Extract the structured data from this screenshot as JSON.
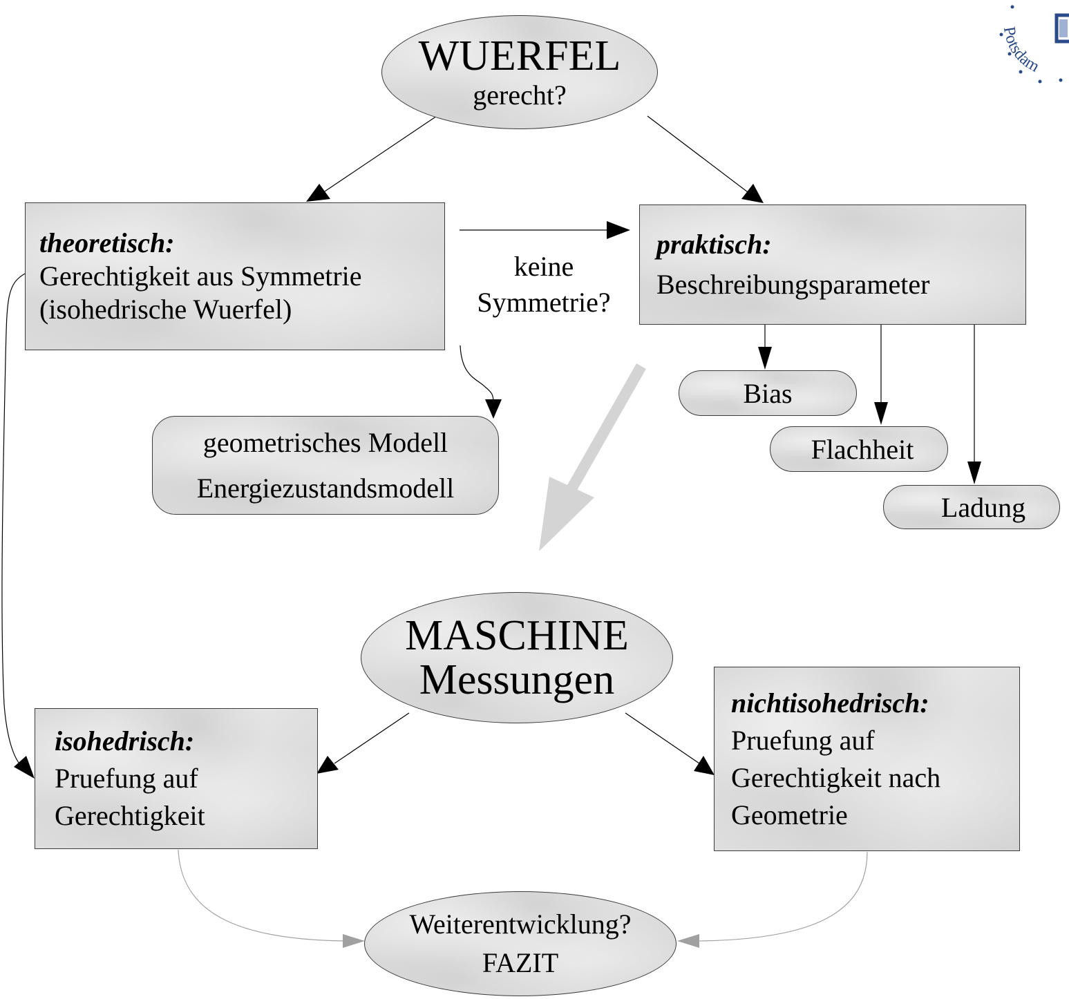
{
  "nodes": {
    "wuerfel": {
      "title": "WUERFEL",
      "sub": "gerecht?"
    },
    "theoretisch": {
      "head": "theoretisch:",
      "line1": "Gerechtigkeit aus Symmetrie",
      "line2": "(isohedrische Wuerfel)"
    },
    "praktisch": {
      "head": "praktisch:",
      "line1": "Beschreibungsparameter"
    },
    "modell": {
      "line1": "geometrisches Modell",
      "line2": "Energiezustandsmodell"
    },
    "bias": {
      "label": "Bias"
    },
    "flachheit": {
      "label": "Flachheit"
    },
    "ladung": {
      "label": "Ladung"
    },
    "maschine": {
      "title": "MASCHINE",
      "sub": "Messungen"
    },
    "isohedrisch": {
      "head": "isohedrisch:",
      "line1": "Pruefung auf",
      "line2": "Gerechtigkeit"
    },
    "nichtisohedrisch": {
      "head": "nichtisohedrisch:",
      "line1": "Pruefung auf",
      "line2": "Gerechtigkeit nach",
      "line3": "Geometrie"
    },
    "fazit": {
      "line1": "Weiterentwicklung?",
      "line2": "FAZIT"
    }
  },
  "edge_labels": {
    "keine_symmetrie": {
      "line1": "keine",
      "line2": "Symmetrie?"
    }
  },
  "logo": {
    "text": "Potsdam",
    "color": "#2a4a8a"
  },
  "colors": {
    "node_fill": "#dcdcdc",
    "edge": "#000000",
    "soft_edge": "#a0a0a0",
    "big_arrow": "#d4d4d4"
  }
}
